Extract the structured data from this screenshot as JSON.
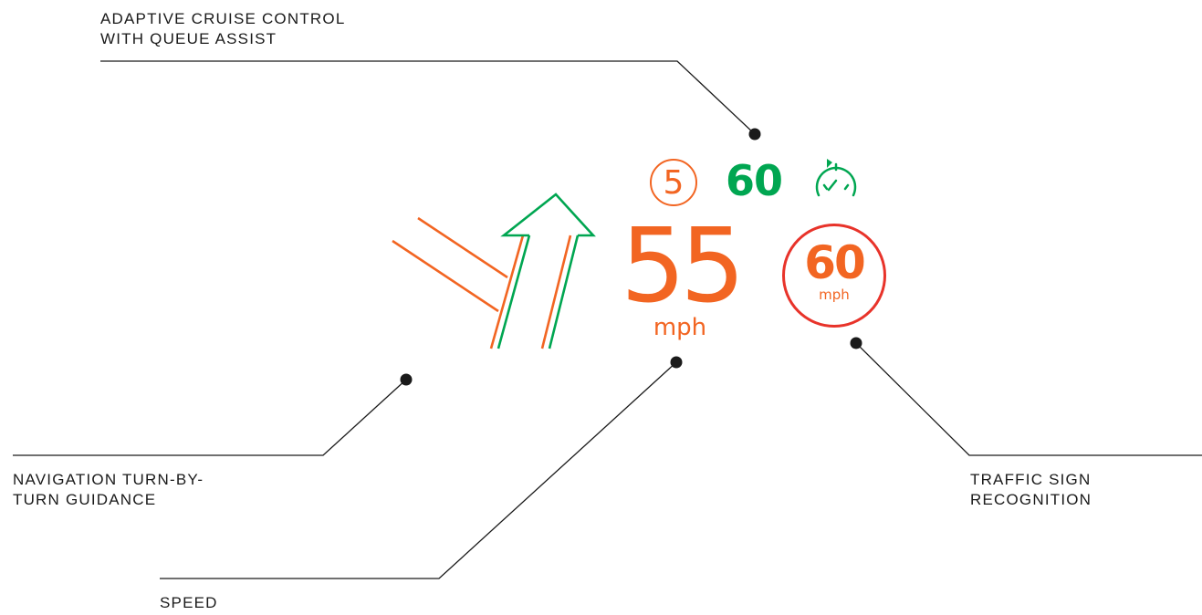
{
  "colors": {
    "orange": "#f26522",
    "green": "#00a651",
    "red": "#e8332a",
    "line": "#1a1a1a"
  },
  "callouts": {
    "acc": {
      "line1": "ADAPTIVE CRUISE CONTROL",
      "line2": "WITH QUEUE ASSIST"
    },
    "nav": {
      "line1": "NAVIGATION TURN-BY-",
      "line2": "TURN GUIDANCE"
    },
    "tsr": {
      "line1": "TRAFFIC SIGN",
      "line2": "RECOGNITION"
    },
    "speed": {
      "line1": "SPEED"
    }
  },
  "hud": {
    "gap_setting": "5",
    "acc_set_speed": "60",
    "acc_icon": "stopwatch-icon",
    "current_speed": "55",
    "current_speed_unit": "mph",
    "sign_speed_limit": "60",
    "sign_unit": "mph",
    "nav_icon": "turn-arrow-icon"
  }
}
